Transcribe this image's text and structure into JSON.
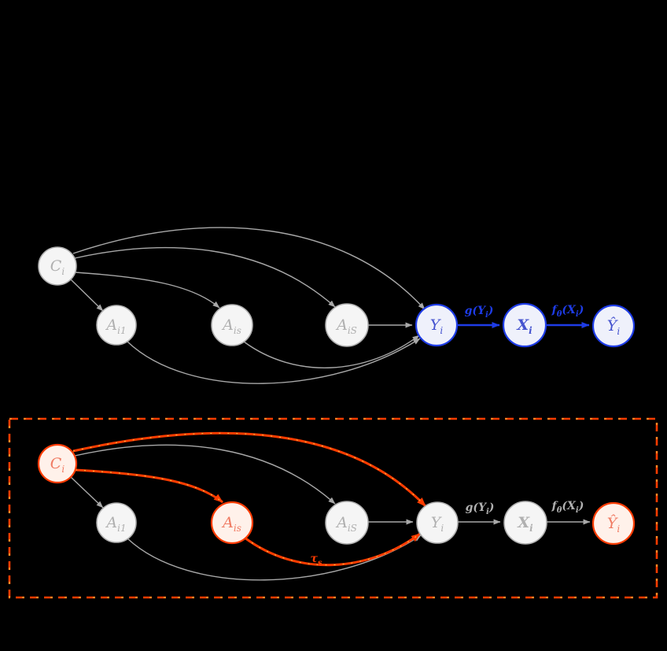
{
  "colors": {
    "background": "#000000",
    "node-fill-gray": "#f5f5f5",
    "node-stroke-gray": "#b0b0b0",
    "text-gray": "#b0b0b0",
    "edge-gray": "#a8a8a8",
    "node-fill-blue": "#eff1fb",
    "node-stroke-blue": "#1e3ce6",
    "text-blue": "#4553cf",
    "edge-blue": "#1e3ce6",
    "node-fill-orange": "#fff1ea",
    "node-stroke-orange": "#ff3c00",
    "text-orange": "#f07b63",
    "edge-orange": "#ff3c00",
    "accent-yellow": "#ffe04d",
    "panel-border": "#ff3c00"
  },
  "top_panel": {
    "nodes": {
      "c": {
        "main": "C",
        "sub": "i"
      },
      "a1": {
        "main": "A",
        "sub": "i1"
      },
      "as": {
        "main": "A",
        "sub": "is"
      },
      "aS": {
        "main": "A",
        "sub": "iS"
      },
      "y": {
        "main": "Y",
        "sub": "i"
      },
      "x": {
        "main": "X",
        "sub": "i"
      },
      "yhat": {
        "main": "Ŷ",
        "sub": "i"
      }
    },
    "edge_labels": {
      "g": {
        "pre": "g(",
        "main": "Y",
        "sub": "i",
        "post": ")"
      },
      "f": {
        "pre": "f",
        "fsub": "θ",
        "open": "(",
        "main": "X",
        "sub": "i",
        "post": ")"
      }
    }
  },
  "bottom_panel": {
    "nodes": {
      "c": {
        "main": "C",
        "sub": "i"
      },
      "a1": {
        "main": "A",
        "sub": "i1"
      },
      "as": {
        "main": "A",
        "sub": "is"
      },
      "aS": {
        "main": "A",
        "sub": "iS"
      },
      "y": {
        "main": "Y",
        "sub": "i"
      },
      "x": {
        "main": "X",
        "sub": "i"
      },
      "yhat": {
        "main": "Ŷ",
        "sub": "i"
      }
    },
    "edge_labels": {
      "g": {
        "pre": "g(",
        "main": "Y",
        "sub": "i",
        "post": ")"
      },
      "f": {
        "pre": "f",
        "fsub": "θ",
        "open": "(",
        "main": "X",
        "sub": "i",
        "post": ")"
      },
      "tau": {
        "main": "τ",
        "sub": "s"
      }
    }
  }
}
